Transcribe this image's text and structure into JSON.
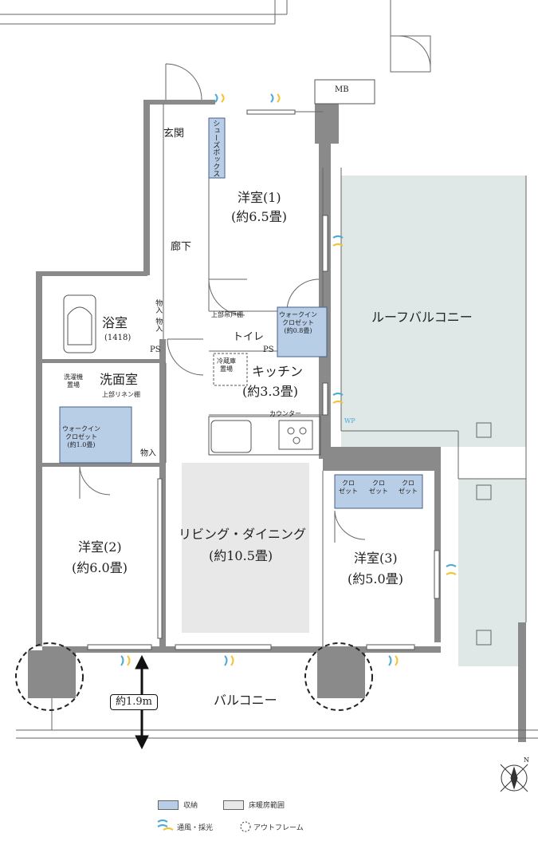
{
  "rooms": {
    "genkan": "玄関",
    "shoes_box": "シューズボックス",
    "western1": "洋室(1)",
    "western1_size": "(約6.5畳)",
    "corridor": "廊下",
    "bath": "浴室",
    "bath_size": "(1418)",
    "washroom": "洗面室",
    "linen": "上部リネン棚",
    "washer": "洗濯機\n置場",
    "wic_left": "ウォークイン\nクロゼット\n(約1.0畳)",
    "storage_small": "物入",
    "storage_v1": "物入",
    "storage_v2": "物入",
    "upper_shelf": "上部吊戸棚",
    "toilet": "トイレ",
    "ps1": "PS",
    "ps2": "PS",
    "wic_right": "ウォークイン\nクロゼット\n(約0.8畳)",
    "fridge": "冷蔵庫\n置場",
    "kitchen": "キッチン",
    "kitchen_size": "(約3.3畳)",
    "counter": "カウンター",
    "wp": "WP",
    "roof_balcony": "ルーフバルコニー",
    "closets": [
      "クロ\nゼット",
      "クロ\nゼット",
      "クロ\nゼット"
    ],
    "living": "リビング・ダイニング",
    "living_size": "(約10.5畳)",
    "western2": "洋室(2)",
    "western2_size": "(約6.0畳)",
    "western3": "洋室(3)",
    "western3_size": "(約5.0畳)",
    "balcony": "バルコニー",
    "mb": "MB"
  },
  "dimension": "約1.9m",
  "compass": "N",
  "legend": {
    "storage": "収納",
    "floor_heating": "床暖房範囲",
    "ventilation": "通風・採光",
    "outframe": "アウトフレーム"
  },
  "colors": {
    "storage": "#b8cde6",
    "floor_heating": "#e8e8e8",
    "roof_balcony": "#dfe8e6",
    "wall": "#8a8a8a",
    "vent_blue": "#4aa8d8",
    "vent_yellow": "#f2c230"
  }
}
